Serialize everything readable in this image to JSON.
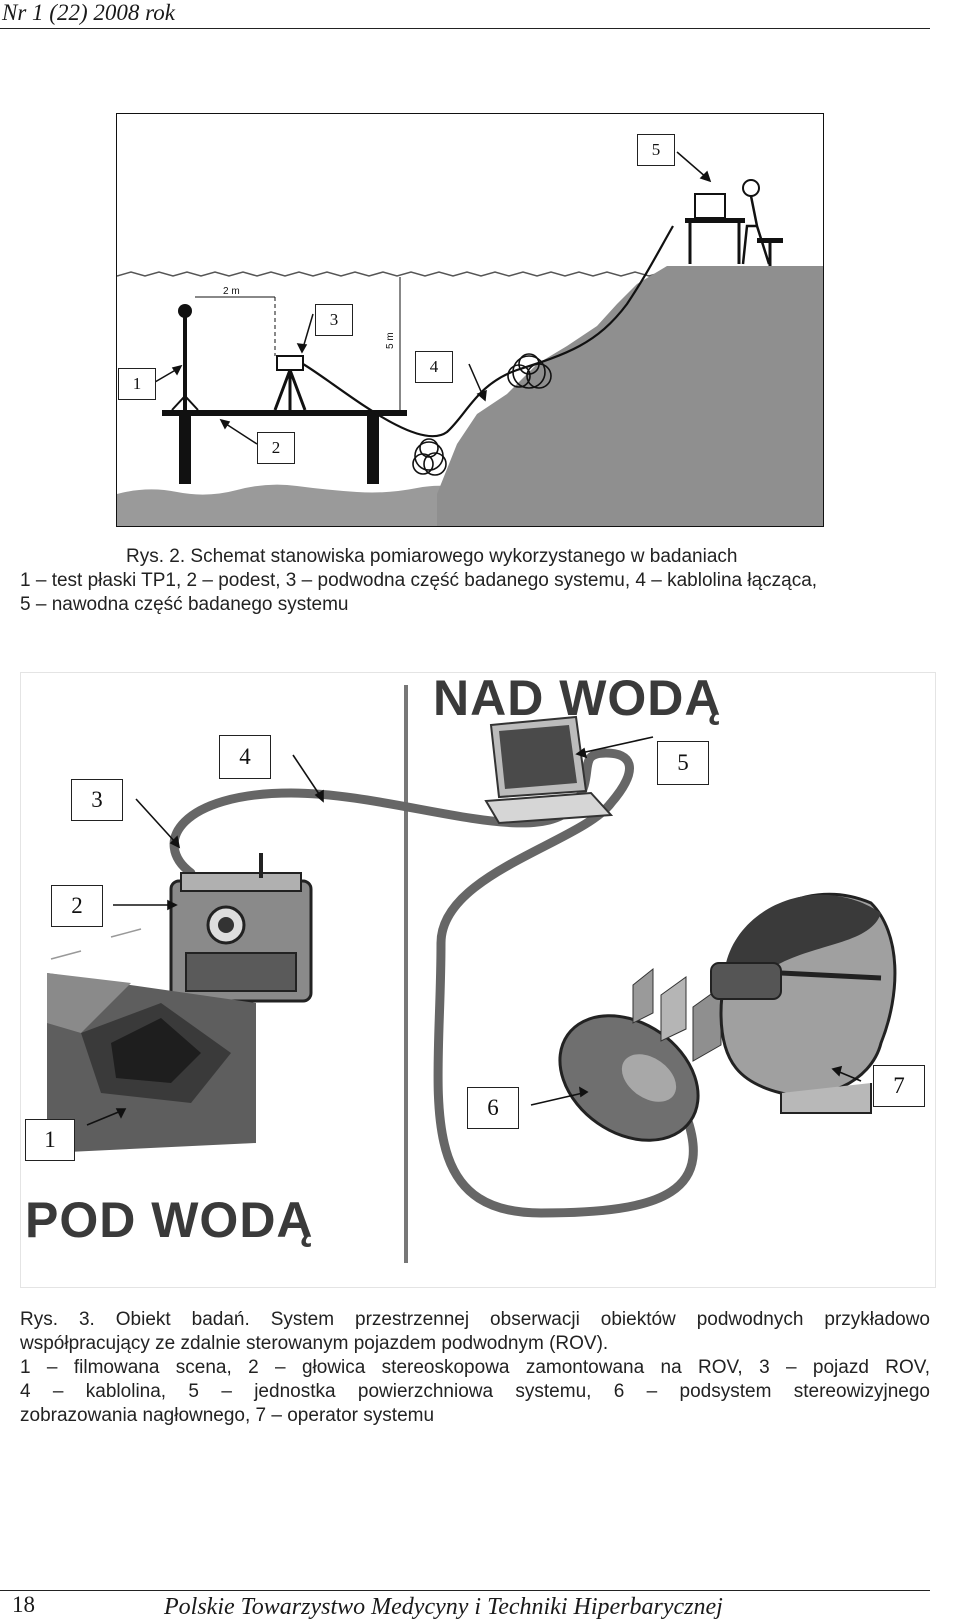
{
  "header": {
    "issue": "Nr 1 (22) 2008 rok"
  },
  "figure1": {
    "labels": [
      "1",
      "2",
      "3",
      "4",
      "5"
    ],
    "dim_width": "2 m",
    "dim_height": "5 m"
  },
  "caption1": {
    "line1": "Rys. 2. Schemat stanowiska pomiarowego wykorzystanego w badaniach",
    "line2": "1 – test płaski TP1, 2 – podest, 3 – podwodna część badanego systemu, 4 – kablolina łącząca,",
    "line3": "5 – nawodna część badanego systemu"
  },
  "figure2": {
    "top_zone": "NAD WODĄ",
    "bottom_zone": "POD WODĄ",
    "labels": [
      "1",
      "2",
      "3",
      "4",
      "5",
      "6",
      "7"
    ]
  },
  "caption2": {
    "line1": "Rys. 3. Obiekt badań. System przestrzennej obserwacji obiektów podwodnych przykładowo",
    "line2": "współpracujący ze zdalnie sterowanym pojazdem podwodnym (ROV).",
    "line3": "1 – filmowana scena, 2 – głowica stereoskopowa zamontowana na ROV, 3 – pojazd ROV,",
    "line4": "4 – kablolina, 5 – jednostka powierzchniowa systemu, 6 – podsystem stereowizyjnego",
    "line5": "zobrazowania nagłownego, 7 – operator systemu"
  },
  "footer": {
    "page_number": "18",
    "journal": "Polskie Towarzystwo Medycyny i Techniki Hiperbarycznej"
  }
}
